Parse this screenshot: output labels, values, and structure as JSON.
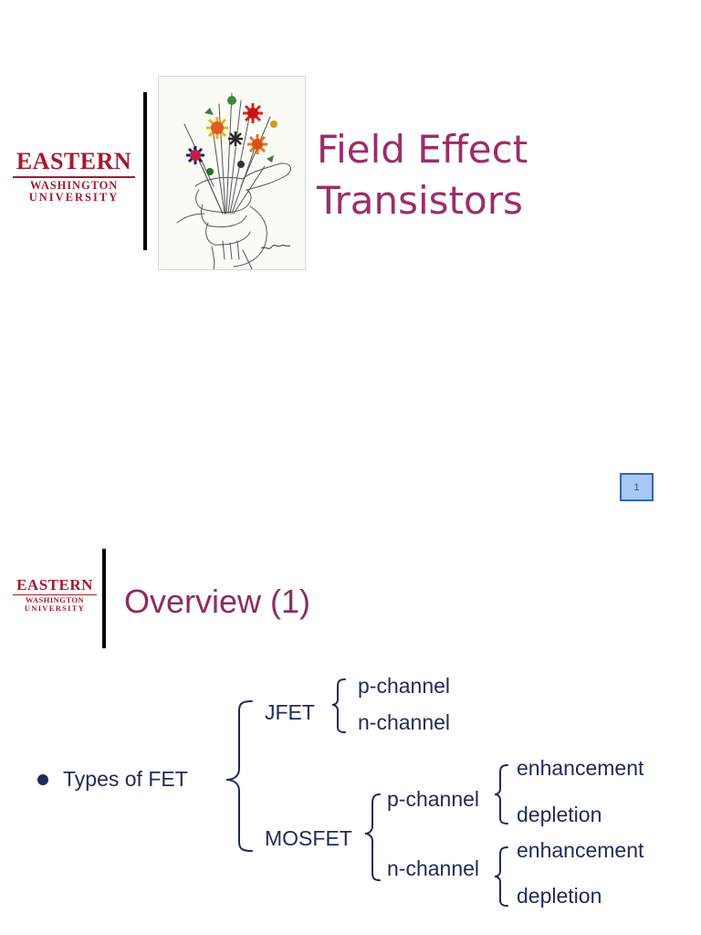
{
  "logo": {
    "line1": "EASTERN",
    "line2": "WASHINGTON",
    "line3": "UNIVERSITY",
    "color": "#a6192e"
  },
  "slide1": {
    "title_line1": "Field Effect",
    "title_line2": "Transistors",
    "page_number": "1"
  },
  "slide2": {
    "title": "Overview (1)",
    "bullet": "Types of FET",
    "tree": {
      "jfet": {
        "label": "JFET",
        "children": [
          "p-channel",
          "n-channel"
        ]
      },
      "mosfet": {
        "label": "MOSFET",
        "p_channel": {
          "label": "p-channel",
          "children": [
            "enhancement",
            "depletion"
          ]
        },
        "n_channel": {
          "label": "n-channel",
          "children": [
            "enhancement",
            "depletion"
          ]
        }
      }
    }
  },
  "colors": {
    "title": "#9b2d6a",
    "text": "#1e2a5a",
    "badge_fill": "#a9c9f5",
    "badge_border": "#2f66b7"
  }
}
